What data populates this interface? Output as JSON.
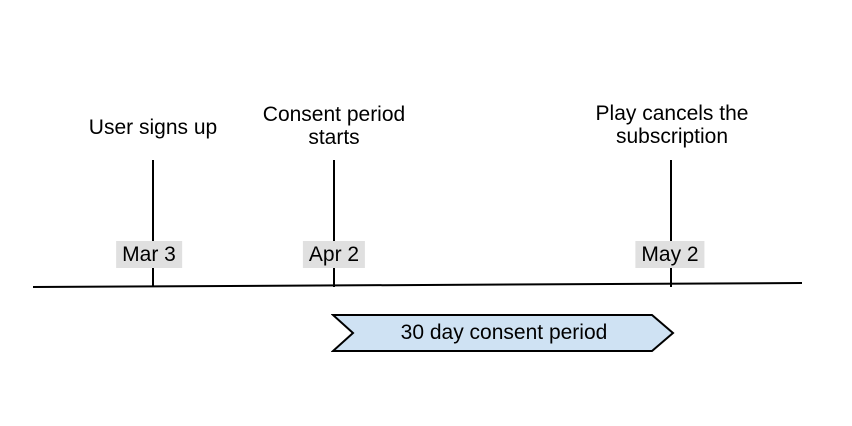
{
  "diagram": {
    "type": "timeline",
    "background": "#ffffff"
  },
  "events": [
    {
      "title": "User signs up",
      "date": "Mar 3"
    },
    {
      "title": "Consent period\nstarts",
      "date": "Apr 2"
    },
    {
      "title": "Play cancels the\nsubscription",
      "date": "May 2"
    }
  ],
  "banner": {
    "label": "30 day consent period",
    "fill": "#cfe2f3",
    "border": "#000000"
  },
  "colors": {
    "line": "#000000",
    "date_badge_bg": "#e0e0e0",
    "text": "#000000"
  }
}
